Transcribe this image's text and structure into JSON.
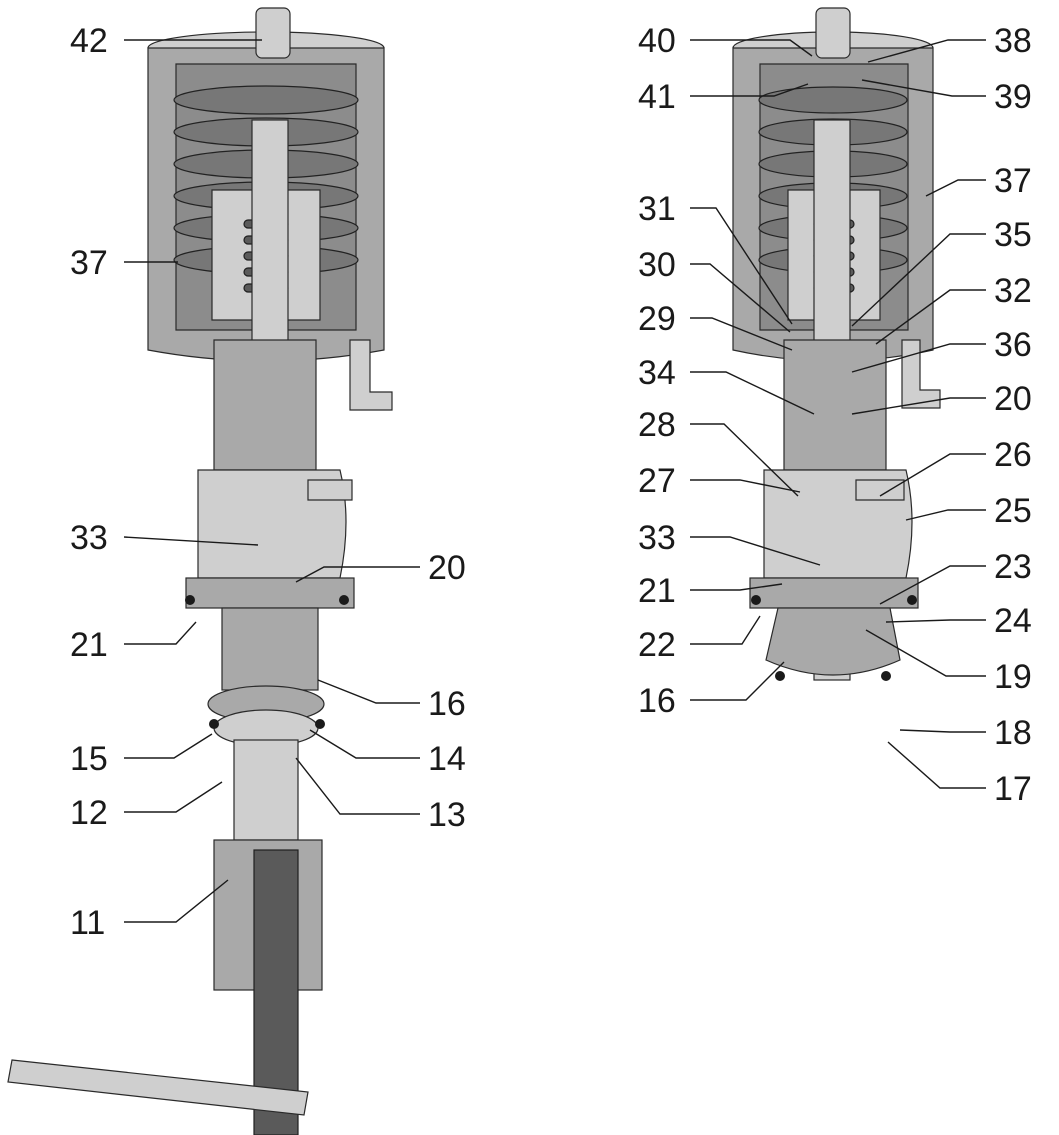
{
  "diagram": {
    "left_assembly": {
      "labels_left": [
        "42",
        "37",
        "33",
        "21",
        "15",
        "12",
        "11"
      ],
      "labels_right": [
        "20",
        "16",
        "14",
        "13"
      ]
    },
    "right_assembly": {
      "labels_left": [
        "40",
        "41",
        "31",
        "30",
        "29",
        "34",
        "28",
        "27",
        "33",
        "21",
        "22",
        "16"
      ],
      "labels_right": [
        "38",
        "39",
        "37",
        "35",
        "32",
        "36",
        "20",
        "26",
        "25",
        "23",
        "24",
        "19",
        "18",
        "17"
      ]
    }
  }
}
